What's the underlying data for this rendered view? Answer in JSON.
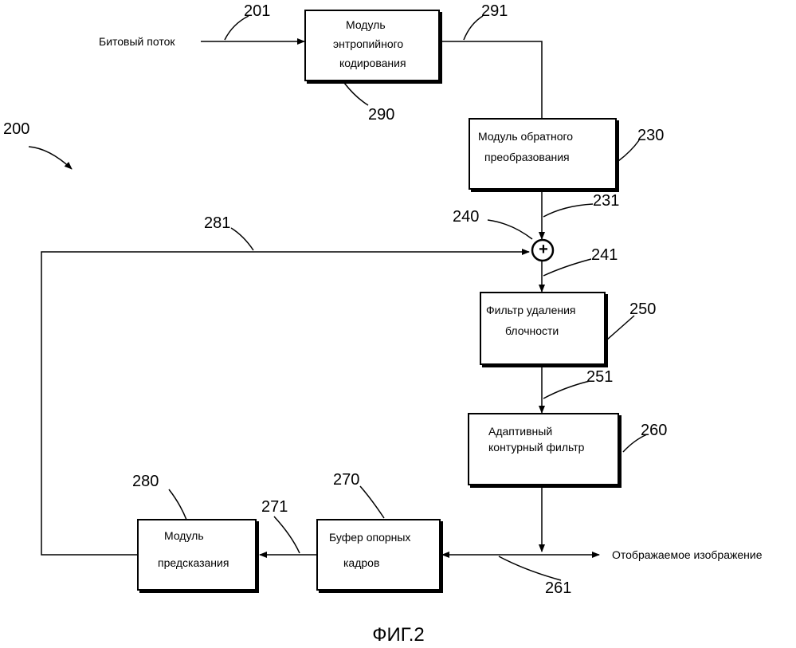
{
  "diagram": {
    "system_ref": "200",
    "caption": "ФИГ.2",
    "input_label": "Битовый поток",
    "output_label": "Отображаемое изображение",
    "sum_symbol": "+",
    "blocks": {
      "entropy": {
        "ref": "290",
        "lines": [
          "Модуль",
          "энтропийного",
          "кодирования"
        ]
      },
      "inverse": {
        "ref": "230",
        "lines": [
          "Модуль обратного",
          "преобразования"
        ]
      },
      "deblock": {
        "ref": "250",
        "lines": [
          "Фильтр удаления",
          "блочности"
        ]
      },
      "alf": {
        "ref": "260",
        "lines": [
          "Адаптивный",
          "контурный фильтр"
        ]
      },
      "buffer": {
        "ref": "270",
        "lines": [
          "Буфер опорных",
          "кадров"
        ]
      },
      "predict": {
        "ref": "280",
        "lines": [
          "Модуль",
          "предсказания"
        ]
      }
    },
    "signals": {
      "bitstream": "201",
      "entropy_out": "291",
      "inverse_out": "231",
      "summer": "240",
      "summer_out": "241",
      "deblock_out": "251",
      "alf_out": "261",
      "buffer_out": "271",
      "predict_out": "281"
    }
  }
}
